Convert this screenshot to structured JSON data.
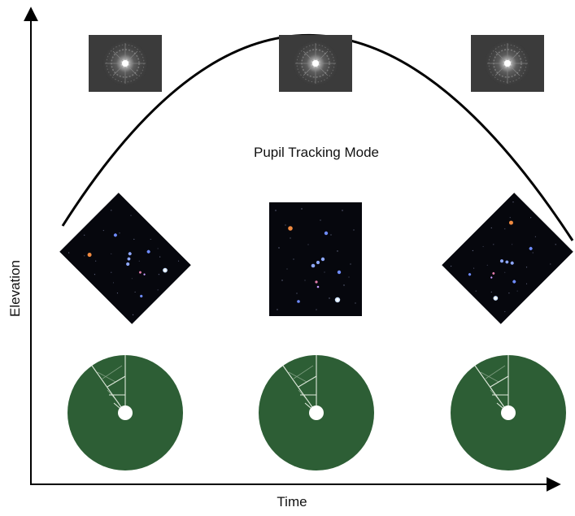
{
  "title": "Pupil Tracking Mode",
  "axes": {
    "x_label": "Time",
    "y_label": "Elevation"
  },
  "panels": [
    {
      "position": "rising",
      "field_rotation_deg": -45,
      "pupil_rotation_deg": 0
    },
    {
      "position": "transit",
      "field_rotation_deg": 0,
      "pupil_rotation_deg": 0
    },
    {
      "position": "setting",
      "field_rotation_deg": 45,
      "pupil_rotation_deg": 0
    }
  ],
  "colors": {
    "axis": "#000000",
    "arc": "#000000",
    "sky": "#06070d",
    "pupil_disc": "#2d5e35",
    "spider": "#dfe9dc",
    "psf_background": "#3b3b3b"
  },
  "icons": [
    "psf-image",
    "star-field-image",
    "telescope-pupil-disc"
  ]
}
